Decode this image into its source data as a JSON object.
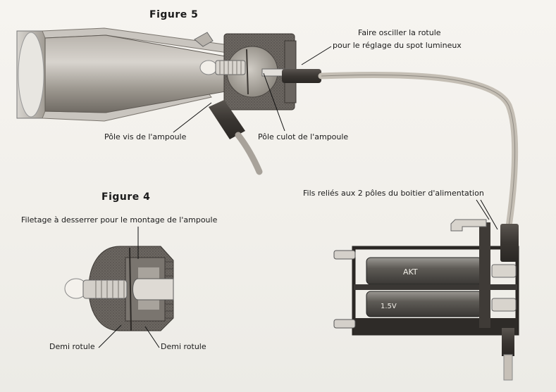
{
  "figure5": {
    "title": "Figure 5",
    "oscillate_line1": "Faire osciller la rotule",
    "oscillate_line2": "pour le réglage du spot lumineux",
    "screw_pole": "Pôle vis de l'ampoule",
    "base_pole": "Pôle culot de l'ampoule",
    "wires": "Fils reliés aux 2 pôles du boitier d'alimentation"
  },
  "figure4": {
    "title": "Figure 4",
    "thread": "Filetage à desserrer pour le montage de l'ampoule",
    "half_left": "Demi rotule",
    "half_right": "Demi rotule"
  },
  "battery_labels": [
    "AKT",
    "1.5V"
  ]
}
